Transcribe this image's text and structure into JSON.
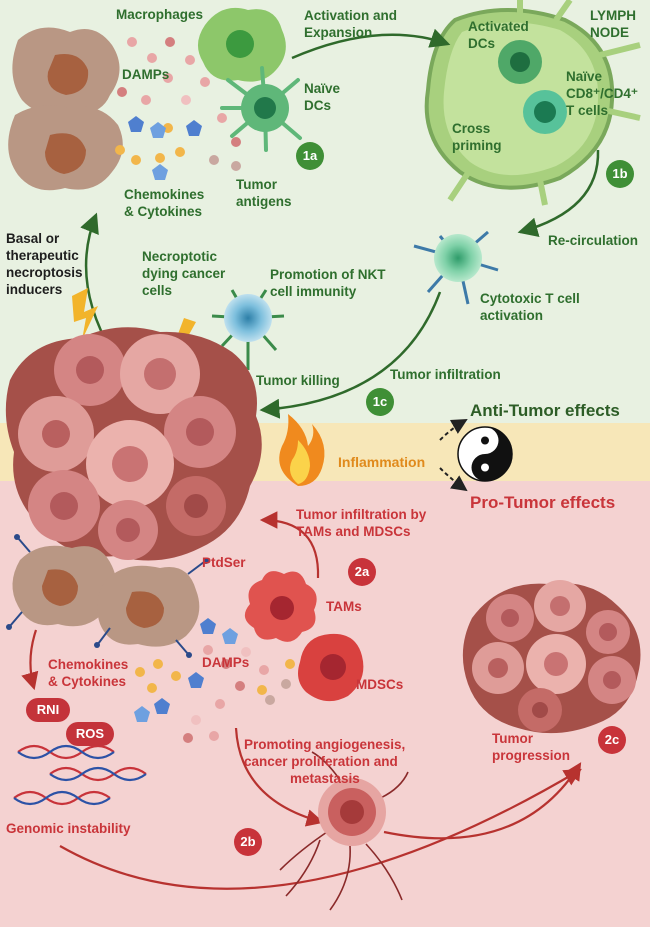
{
  "top_labels": {
    "macrophages": "Macrophages",
    "activation_line1": "Activation and",
    "activation_line2": "Expansion",
    "damps": "DAMPs",
    "naive_dcs_line1": "Naïve",
    "naive_dcs_line2": "DCs",
    "chemokines_line1": "Chemokines",
    "chemokines_line2": "& Cytokines",
    "tumor_antigens_line1": "Tumor",
    "tumor_antigens_line2": "antigens",
    "activated_dcs_line1": "Activated",
    "activated_dcs_line2": "DCs",
    "lymph_node_line1": "LYMPH",
    "lymph_node_line2": "NODE",
    "naive_t_line1": "Naïve",
    "naive_t_line2": "CD8⁺/CD4⁺",
    "naive_t_line3": "T cells",
    "cross_priming_line1": "Cross",
    "cross_priming_line2": "priming",
    "recirculation": "Re-circulation",
    "basal_line1": "Basal or",
    "basal_line2": "therapeutic",
    "basal_line3": "necroptosis",
    "basal_line4": "inducers",
    "necroptotic_line1": "Necroptotic",
    "necroptotic_line2": "dying cancer",
    "necroptotic_line3": "cells",
    "nkt_line1": "Promotion of NKT",
    "nkt_line2": "cell immunity",
    "ctl_line1": "Cytotoxic T cell",
    "ctl_line2": "activation",
    "tumor_killing": "Tumor killing",
    "tumor_infiltration": "Tumor infiltration",
    "badge_1a": "1a",
    "badge_1b": "1b",
    "badge_1c": "1c"
  },
  "band": {
    "anti_tumor": "Anti-Tumor effects",
    "inflammation": "Inflammation",
    "pro_tumor": "Pro-Tumor effects"
  },
  "bottom_labels": {
    "infiltration_line1": "Tumor infiltration by",
    "infiltration_line2": "TAMs and MDSCs",
    "badge_2a": "2a",
    "ptdser": "PtdSer",
    "tams": "TAMs",
    "chemokines_line1": "Chemokines",
    "chemokines_line2": "& Cytokines",
    "damps": "DAMPs",
    "mdscs": "MDSCs",
    "rni": "RNI",
    "ros": "ROS",
    "genomic": "Genomic instability",
    "angio_line1": "Promoting angiogenesis,",
    "angio_line2": "cancer proliferation and",
    "angio_line3": "metastasis",
    "badge_2b": "2b",
    "progression_line1": "Tumor",
    "progression_line2": "progression",
    "badge_2c": "2c"
  },
  "colors": {
    "top_bg": "#e8f1e1",
    "band_bg": "#f7e7b8",
    "bottom_bg": "#f4d2d1",
    "green_text": "#2f6f2e",
    "red_text": "#c9353a",
    "badge_green": "#3f8f36",
    "badge_red": "#c8333a"
  },
  "icons": [
    "macrophage-icon",
    "dendritic-cell-icon",
    "lymph-node-icon",
    "t-cell-icon",
    "tumor-cell-icon",
    "flame-icon",
    "yin-yang-icon",
    "lightning-icon",
    "dna-icon",
    "blood-vessel-icon"
  ]
}
